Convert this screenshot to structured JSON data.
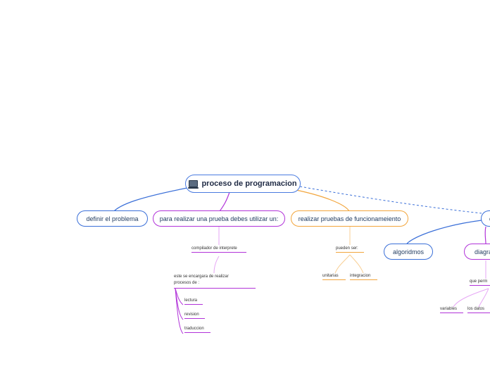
{
  "diagram": {
    "root": {
      "label": "proceso de programacion",
      "icon": "computer-icon"
    },
    "branches": {
      "definir": "definir el problema",
      "prueba": "para realizar una prueba debes utilizar un:",
      "pruebas_func": "realizar pruebas de funcionameiento",
      "right_cut": "d",
      "algoritmos": "algoridmos",
      "diagramas": "diagra"
    },
    "leaves": {
      "compilador": "compilador de interprete",
      "encargara": "este se encargara de realizar procesos de :",
      "lectura": "lectura",
      "revision": "revision",
      "traduccion": "traduccion",
      "pueden_ser": "pueden ser:",
      "unitarias": "unitarias",
      "integracion": "integracion",
      "que_perm": "que perm",
      "variables": "variables",
      "los_datos": "los datos"
    },
    "colors": {
      "blue": "#3a6fd8",
      "purple": "#b133d9",
      "orange": "#f2a53c"
    }
  }
}
